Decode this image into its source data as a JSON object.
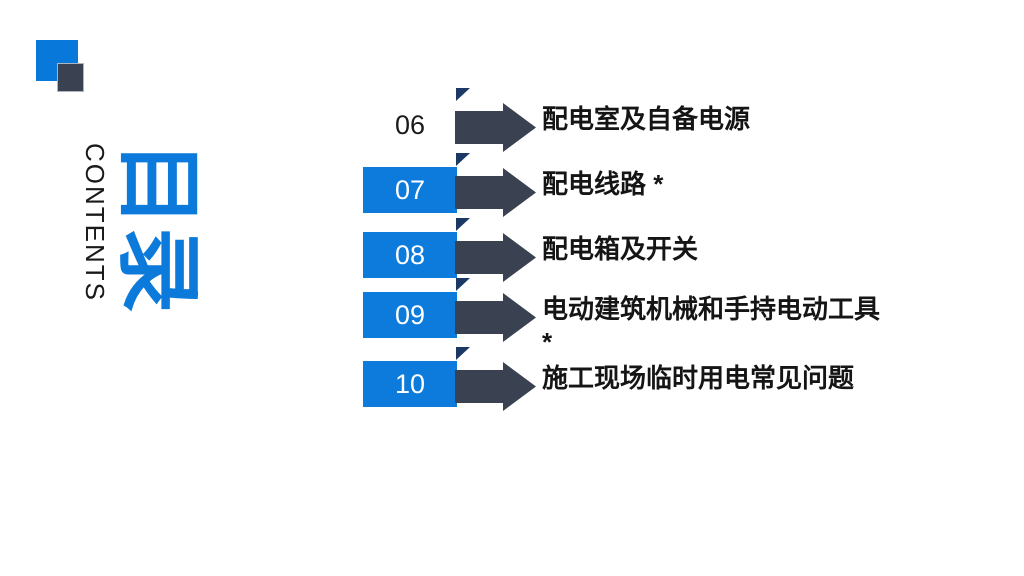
{
  "slide": {
    "background": "#ffffff",
    "type_label": "table-of-contents"
  },
  "decor": {
    "blue_square_icon": "blue-square",
    "dark_square_icon": "dark-square",
    "blue_square_color": "#0878DB",
    "dark_square_color": "#3A4150"
  },
  "title": {
    "zh": "目录",
    "en": "CONTENTS",
    "zh_color": "#0B7ADB",
    "en_color": "#1A1A1A"
  },
  "colors": {
    "accent_blue": "#0C7BDB",
    "arrow_charcoal": "#3A4151",
    "arrow_navy": "#1C3966",
    "text_dark": "#1A1A1A",
    "number_on_box": "#FFFFFF"
  },
  "toc": {
    "items": [
      {
        "number": "06",
        "has_box": false,
        "line1": "配电室及自备电源",
        "line2": ""
      },
      {
        "number": "07",
        "has_box": true,
        "line1": "配电线路 *",
        "line2": ""
      },
      {
        "number": "08",
        "has_box": true,
        "line1": "配电箱及开关",
        "line2": ""
      },
      {
        "number": "09",
        "has_box": true,
        "line1": "电动建筑机械和手持电动工具",
        "line2": "*"
      },
      {
        "number": "10",
        "has_box": true,
        "line1": "施工现场临时用电常见问题",
        "line2": ""
      }
    ]
  }
}
